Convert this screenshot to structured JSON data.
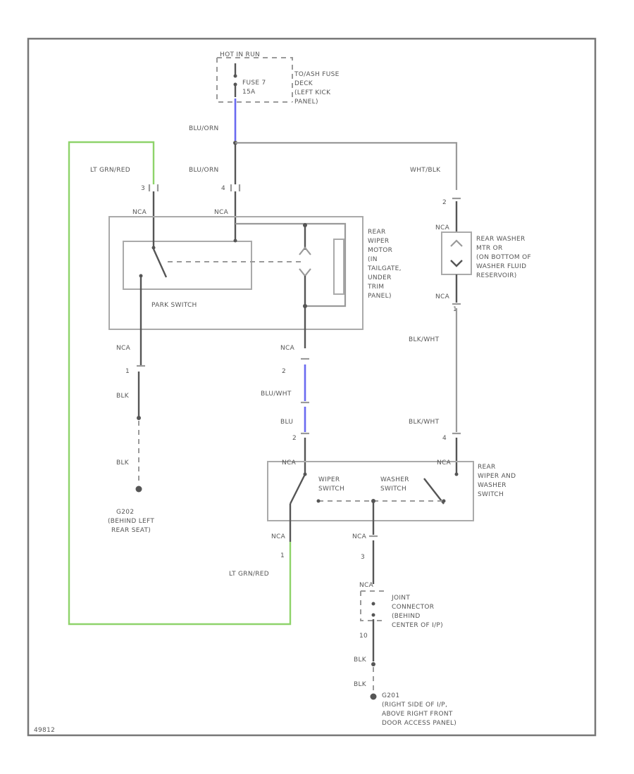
{
  "diagram": {
    "fuse_block": {
      "top_label": "HOT IN RUN",
      "fuse": "FUSE 7",
      "amps": "15A",
      "desc": [
        "TO/ASH FUSE",
        "DECK",
        "(LEFT KICK",
        "PANEL)"
      ]
    },
    "wires": {
      "blu_org_top": "BLU/ORN",
      "blu_org_mid": "BLU/ORN",
      "lt_grn_red_top": "LT GRN/RED",
      "wht_blk": "WHT/BLK",
      "blk_wht_upper": "BLK/WHT",
      "blk_wht_lower": "BLK/WHT",
      "blu_wht": "BLU/WHT",
      "blu": "BLU",
      "blk_upper": "BLK",
      "blk_lower": "BLK",
      "lt_grn_red_bottom": "LT GRN/RED",
      "blk_j1": "BLK",
      "blk_j2": "BLK"
    },
    "pins": {
      "p3_top": "3",
      "p4_top": "4",
      "p2_washer": "2",
      "p1_washer": "1",
      "p1_motor": "1",
      "p2_motor": "2",
      "p2_switch": "2",
      "p4_switch": "4",
      "p1_switch": "1",
      "p3_switch": "3",
      "p10": "10"
    },
    "connectors": {
      "nca_a": "NCA",
      "nca_b": "NCA",
      "nca_c": "NCA",
      "nca_d": "NCA",
      "nca_e": "NCA",
      "nca_f": "NCA",
      "nca_g": "NCA",
      "nca_h": "NCA",
      "nca_i": "NCA",
      "nca_j": "NCA",
      "nca_k": "NCA"
    },
    "rear_wiper_motor": [
      "REAR",
      "WIPER",
      "MOTOR",
      "(IN",
      "TAILGATE,",
      "UNDER",
      "TRIM",
      "PANEL)"
    ],
    "park_switch": "PARK SWITCH",
    "washer_motor": [
      "REAR WASHER",
      "MTR OR",
      "(ON BOTTOM OF",
      "WASHER FLUID",
      "RESERVOIR)"
    ],
    "ground_g202": [
      "G202",
      "(BEHIND LEFT",
      "REAR SEAT)"
    ],
    "rear_switch": [
      "REAR",
      "WIPER AND",
      "WASHER",
      "SWITCH"
    ],
    "wiper_switch": [
      "WIPER",
      "SWITCH"
    ],
    "washer_switch": [
      "WASHER",
      "SWITCH"
    ],
    "joint_connector": [
      "JOINT",
      "CONNECTOR",
      "(BEHIND",
      "CENTER OF I/P)"
    ],
    "ground_g201": [
      "G201",
      "(RIGHT SIDE OF I/P,",
      "ABOVE RIGHT FRONT",
      "DOOR ACCESS PANEL)"
    ],
    "figure_id": "49812"
  }
}
